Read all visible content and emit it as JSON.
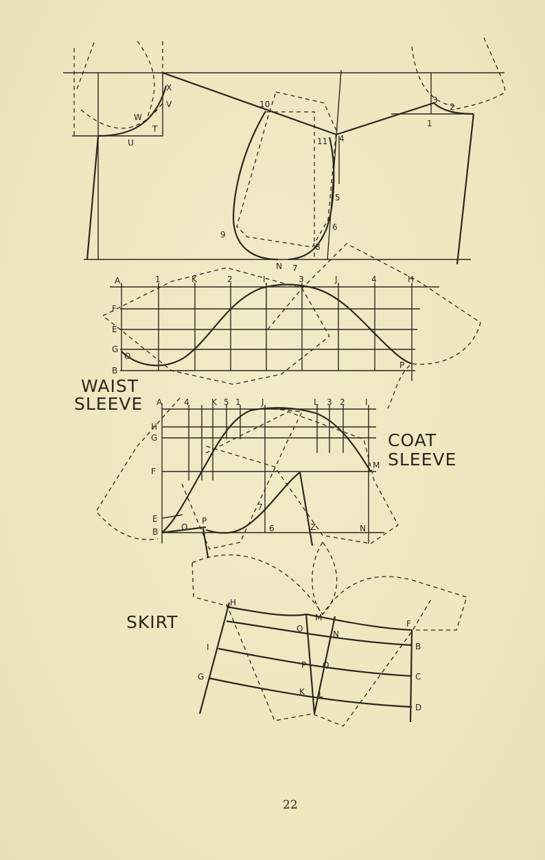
{
  "page_number": "22",
  "titles": {
    "waist_sleeve_1": "WAIST",
    "waist_sleeve_2": "SLEEVE",
    "coat_sleeve_1": "COAT",
    "coat_sleeve_2": "SLEEVE",
    "skirt": "SKIRT"
  },
  "bodice_points": {
    "x": "X",
    "v": "V",
    "w": "W",
    "t": "T",
    "u": "U",
    "p10": "10",
    "p11": "11",
    "p4": "4",
    "p3": "3",
    "p2": "2",
    "p1": "1",
    "p5": "5",
    "p6": "6",
    "p8": "8",
    "p9": "9",
    "n": "N",
    "p7": "7"
  },
  "waist_sleeve_top": [
    "A",
    "1",
    "K",
    "2",
    "I",
    "3",
    "J",
    "4",
    "H"
  ],
  "waist_sleeve_left": [
    "F",
    "E",
    "G",
    "B"
  ],
  "waist_sleeve_points": {
    "o": "O",
    "p": "P"
  },
  "coat_sleeve_top": [
    "A",
    "4",
    "K",
    "5",
    "1",
    "J",
    "L",
    "3",
    "2",
    "I"
  ],
  "coat_sleeve_left": [
    "H",
    "G",
    "F",
    "E",
    "B"
  ],
  "coat_sleeve_points": {
    "m": "M",
    "p7": "7",
    "p6": "6",
    "o": "O",
    "p": "P",
    "z": "Z",
    "n": "N"
  },
  "skirt_points": {
    "h": "H",
    "m": "M",
    "f": "F",
    "o": "O",
    "n": "N",
    "b": "B",
    "i": "I",
    "p": "P",
    "q": "Q",
    "c": "C",
    "g": "G",
    "k": "K",
    "l": "L",
    "d": "D"
  }
}
